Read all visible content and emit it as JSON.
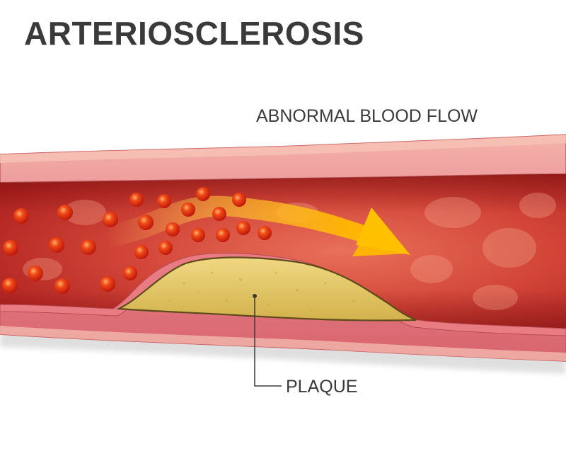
{
  "title": "ARTERIOSCLEROSIS",
  "labels": {
    "flow": "ABNORMAL BLOOD FLOW",
    "plaque": "PLAQUE"
  },
  "colors": {
    "title_text": "#3a3a3a",
    "vessel_wall": "#e57f86",
    "vessel_wall_outer": "#f1a7a0",
    "lumen": "#c62e2a",
    "blood_cell": "#e8260f",
    "plaque": "#e2c766",
    "flow_arrow": "#ffb800"
  },
  "icons": {
    "flow": "curved-arrow-icon",
    "cell": "red-blood-cell-icon"
  }
}
